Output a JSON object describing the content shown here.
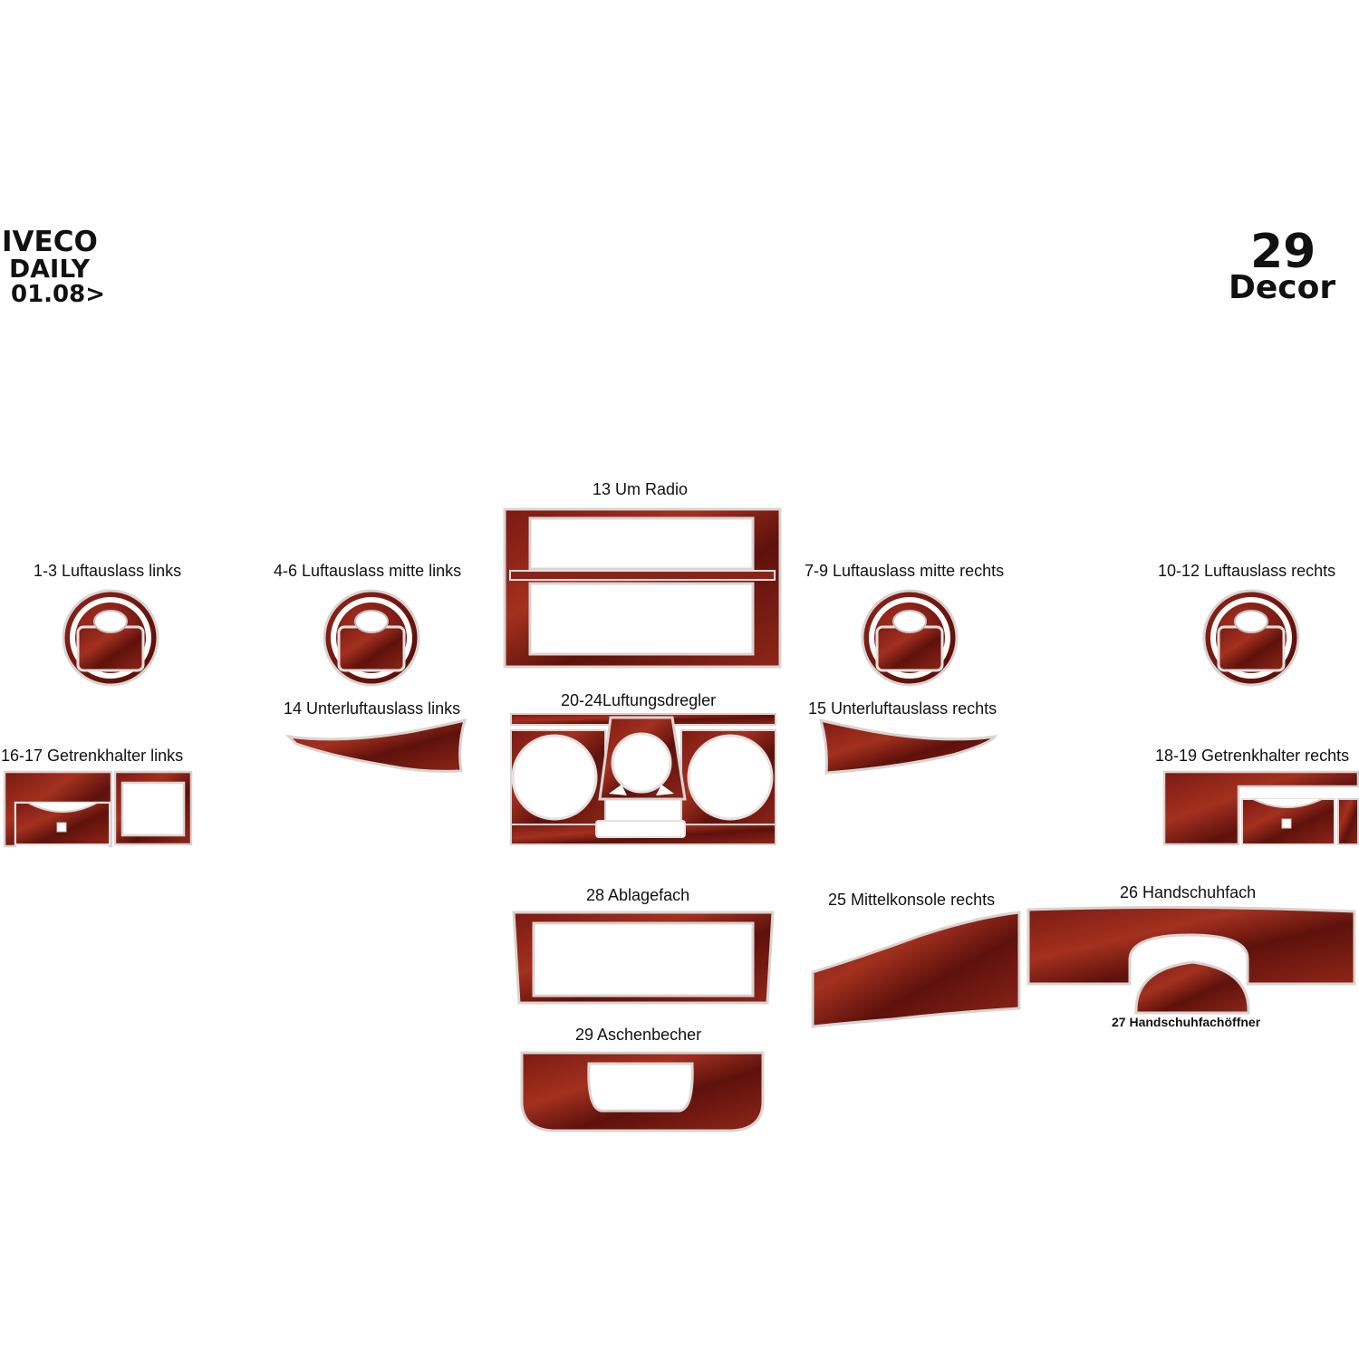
{
  "header": {
    "brand": "IVECO",
    "model": "DAILY",
    "year": "01.08>",
    "count": "29",
    "count_label": "Decor"
  },
  "colors": {
    "wood_dark": "#5a0f0a",
    "wood_mid": "#8a2218",
    "wood_light": "#b0382a",
    "edge_light": "#d9d4d2"
  },
  "parts": [
    {
      "id": "luftauslass-links",
      "label": "1-3 Luftauslass links"
    },
    {
      "id": "luftauslass-mitte-links",
      "label": "4-6 Luftauslass mitte links"
    },
    {
      "id": "luftauslass-mitte-rechts",
      "label": "7-9 Luftauslass mitte rechts"
    },
    {
      "id": "luftauslass-rechts",
      "label": "10-12 Luftauslass rechts"
    },
    {
      "id": "um-radio",
      "label": "13 Um Radio"
    },
    {
      "id": "unterluftauslass-links",
      "label": "14 Unterluftauslass links"
    },
    {
      "id": "unterluftauslass-rechts",
      "label": "15 Unterluftauslass rechts"
    },
    {
      "id": "getrenkhalter-links",
      "label": "16-17 Getrenkhalter links"
    },
    {
      "id": "getrenkhalter-rechts",
      "label": "18-19 Getrenkhalter rechts"
    },
    {
      "id": "luftungsdregler",
      "label": "20-24Luftungsdregler"
    },
    {
      "id": "mittelkonsole-rechts",
      "label": "25 Mittelkonsole rechts"
    },
    {
      "id": "handschuhfach",
      "label": "26 Handschuhfach"
    },
    {
      "id": "handschuhfachoeffner",
      "label": "27 Handschuhfachöffner"
    },
    {
      "id": "ablagefach",
      "label": "28  Ablagefach"
    },
    {
      "id": "aschenbecher",
      "label": "29 Aschenbecher"
    }
  ]
}
